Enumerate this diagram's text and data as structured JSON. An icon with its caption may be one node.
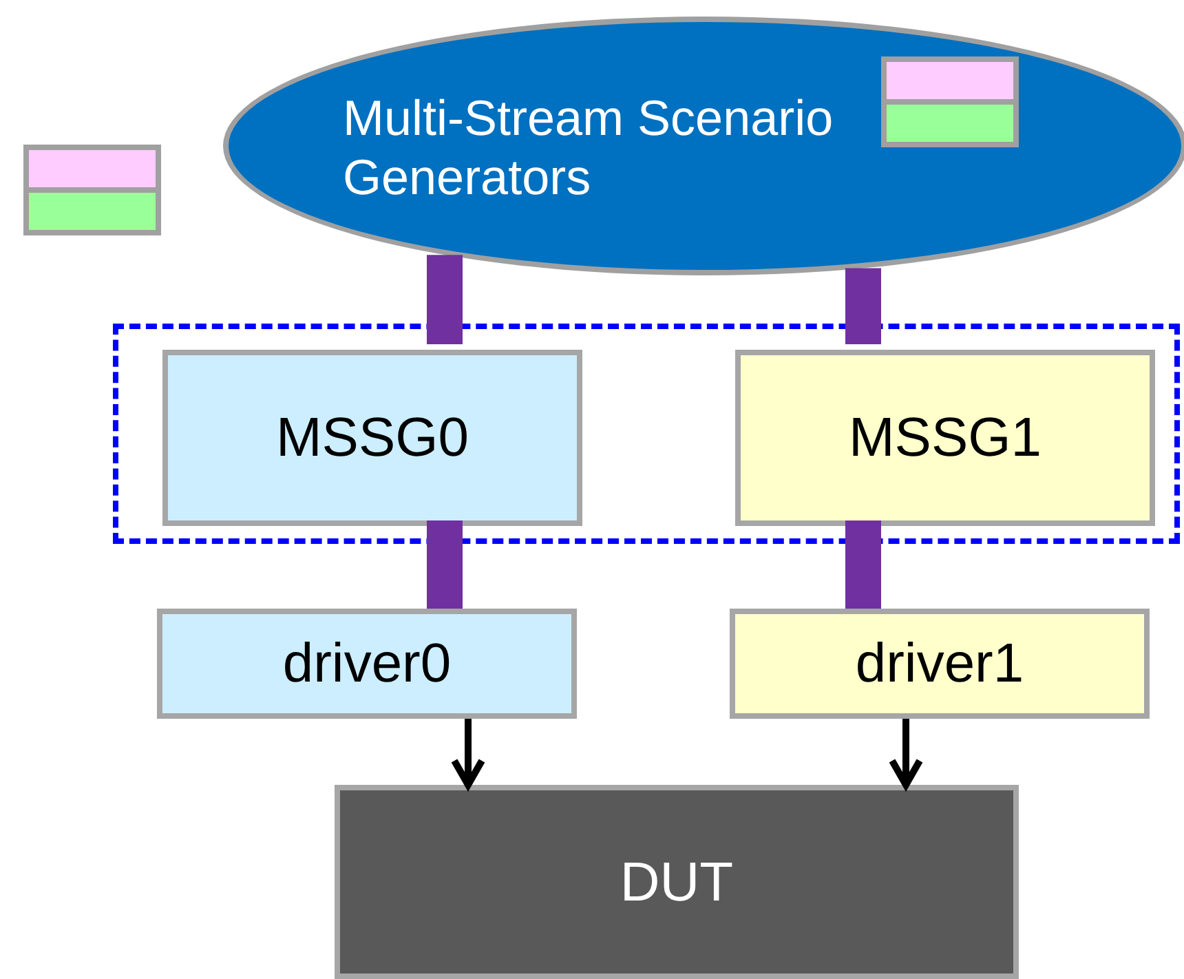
{
  "diagram": {
    "nodes": [
      {
        "text": [
          "Multi-Stream Scenario Generators"
        ]
      },
      {
        "text": [],
        "shape": "box"
      },
      {
        "text": [
          "MSSG0"
        ],
        "in": 1
      },
      {
        "text": [
          "MSSG1"
        ],
        "in": 1
      },
      {
        "text": [
          "driver0"
        ]
      },
      {
        "text": [
          "driver1"
        ]
      },
      {
        "text": [
          "DUT"
        ]
      }
    ],
    "edges": [
      {
        "from": 0,
        "to": 2,
        "arrow": "none"
      },
      {
        "from": 0,
        "to": 3,
        "arrow": "none"
      },
      {
        "from": 2,
        "to": 4,
        "arrow": "none"
      },
      {
        "from": 3,
        "to": 5,
        "arrow": "none"
      },
      {
        "from": 4,
        "to": 6,
        "arrow": "to",
        "color": "#000000"
      },
      {
        "from": 5,
        "to": 6,
        "arrow": "to",
        "color": "#000000"
      }
    ]
  }
}
